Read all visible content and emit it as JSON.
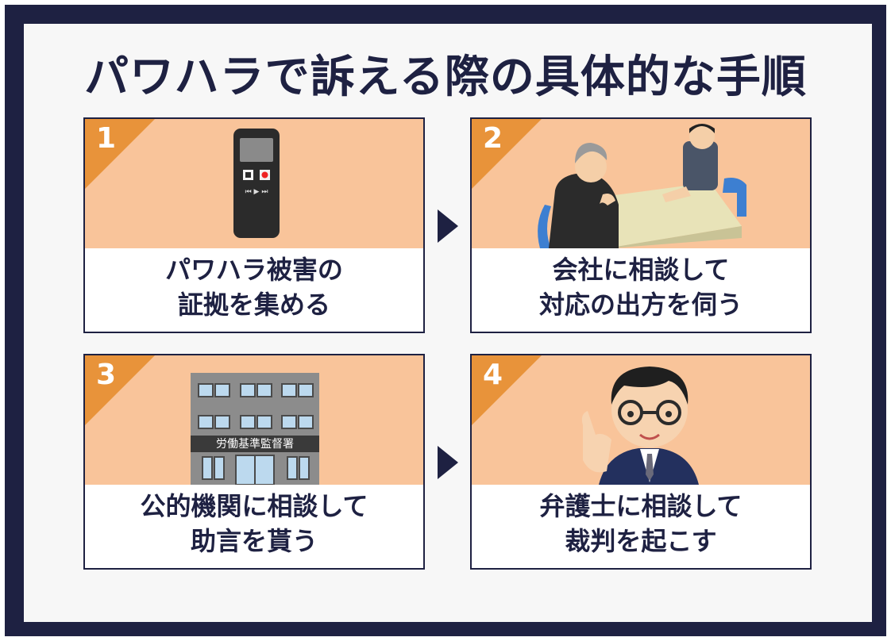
{
  "title": "パワハラで訴える際の具体的な手順",
  "colors": {
    "frame": "#1e2142",
    "card_image_bg": "#f9c49a",
    "number_badge": "#e8933a"
  },
  "steps": [
    {
      "number": "1",
      "line1": "パワハラ被害の",
      "line2": "証拠を集める",
      "illustration": "voice-recorder"
    },
    {
      "number": "2",
      "line1": "会社に相談して",
      "line2": "対応の出方を伺う",
      "illustration": "meeting"
    },
    {
      "number": "3",
      "line1": "公的機関に相談して",
      "line2": "助言を貰う",
      "illustration": "office-building",
      "sign": "労働基準監督署"
    },
    {
      "number": "4",
      "line1": "弁護士に相談して",
      "line2": "裁判を起こす",
      "illustration": "lawyer"
    }
  ],
  "icons": [
    "arrow-right-icon",
    "arrow-right-icon"
  ]
}
